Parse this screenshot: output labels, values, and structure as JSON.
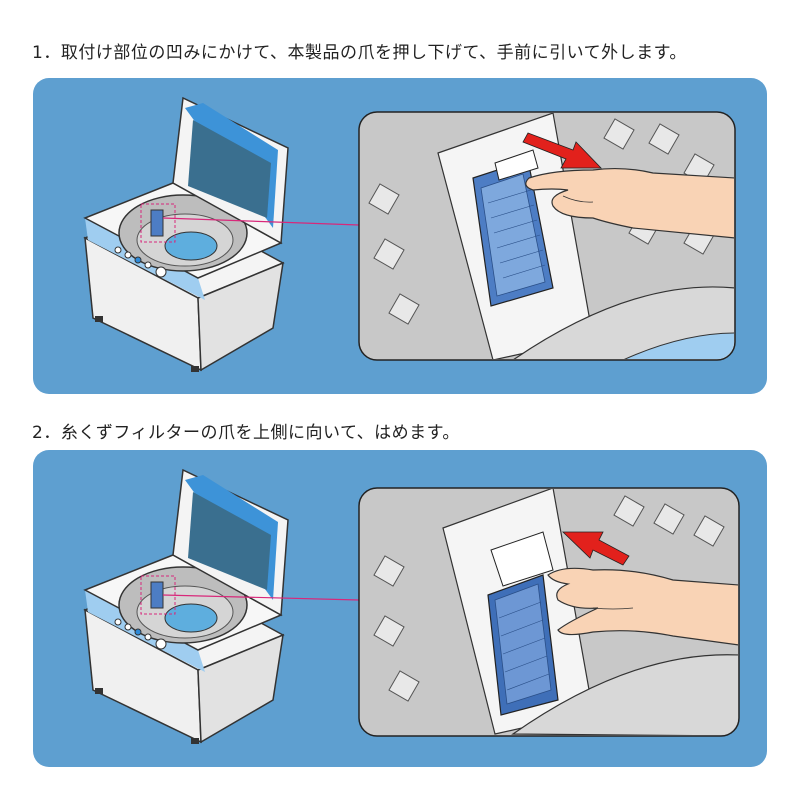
{
  "steps": [
    {
      "text": "1．取付け部位の凹みにかけて、本製品の爪を押し下げて、手前に引いて外します。",
      "arrow_direction": "pull-out"
    },
    {
      "text": "2．糸くずフィルターの爪を上側に向いて、はめます。",
      "arrow_direction": "push-in"
    }
  ],
  "colors": {
    "panel_background": "#5e9fd0",
    "zoom_background": "#c8c8c8",
    "filter_blue": "#4d7dc4",
    "arrow_red": "#e2211c",
    "callout_line": "#d8287a",
    "skin": "#f9d3b5"
  },
  "icons": [
    "washing-machine-icon",
    "filter-icon",
    "hand-icon",
    "arrow-icon"
  ]
}
